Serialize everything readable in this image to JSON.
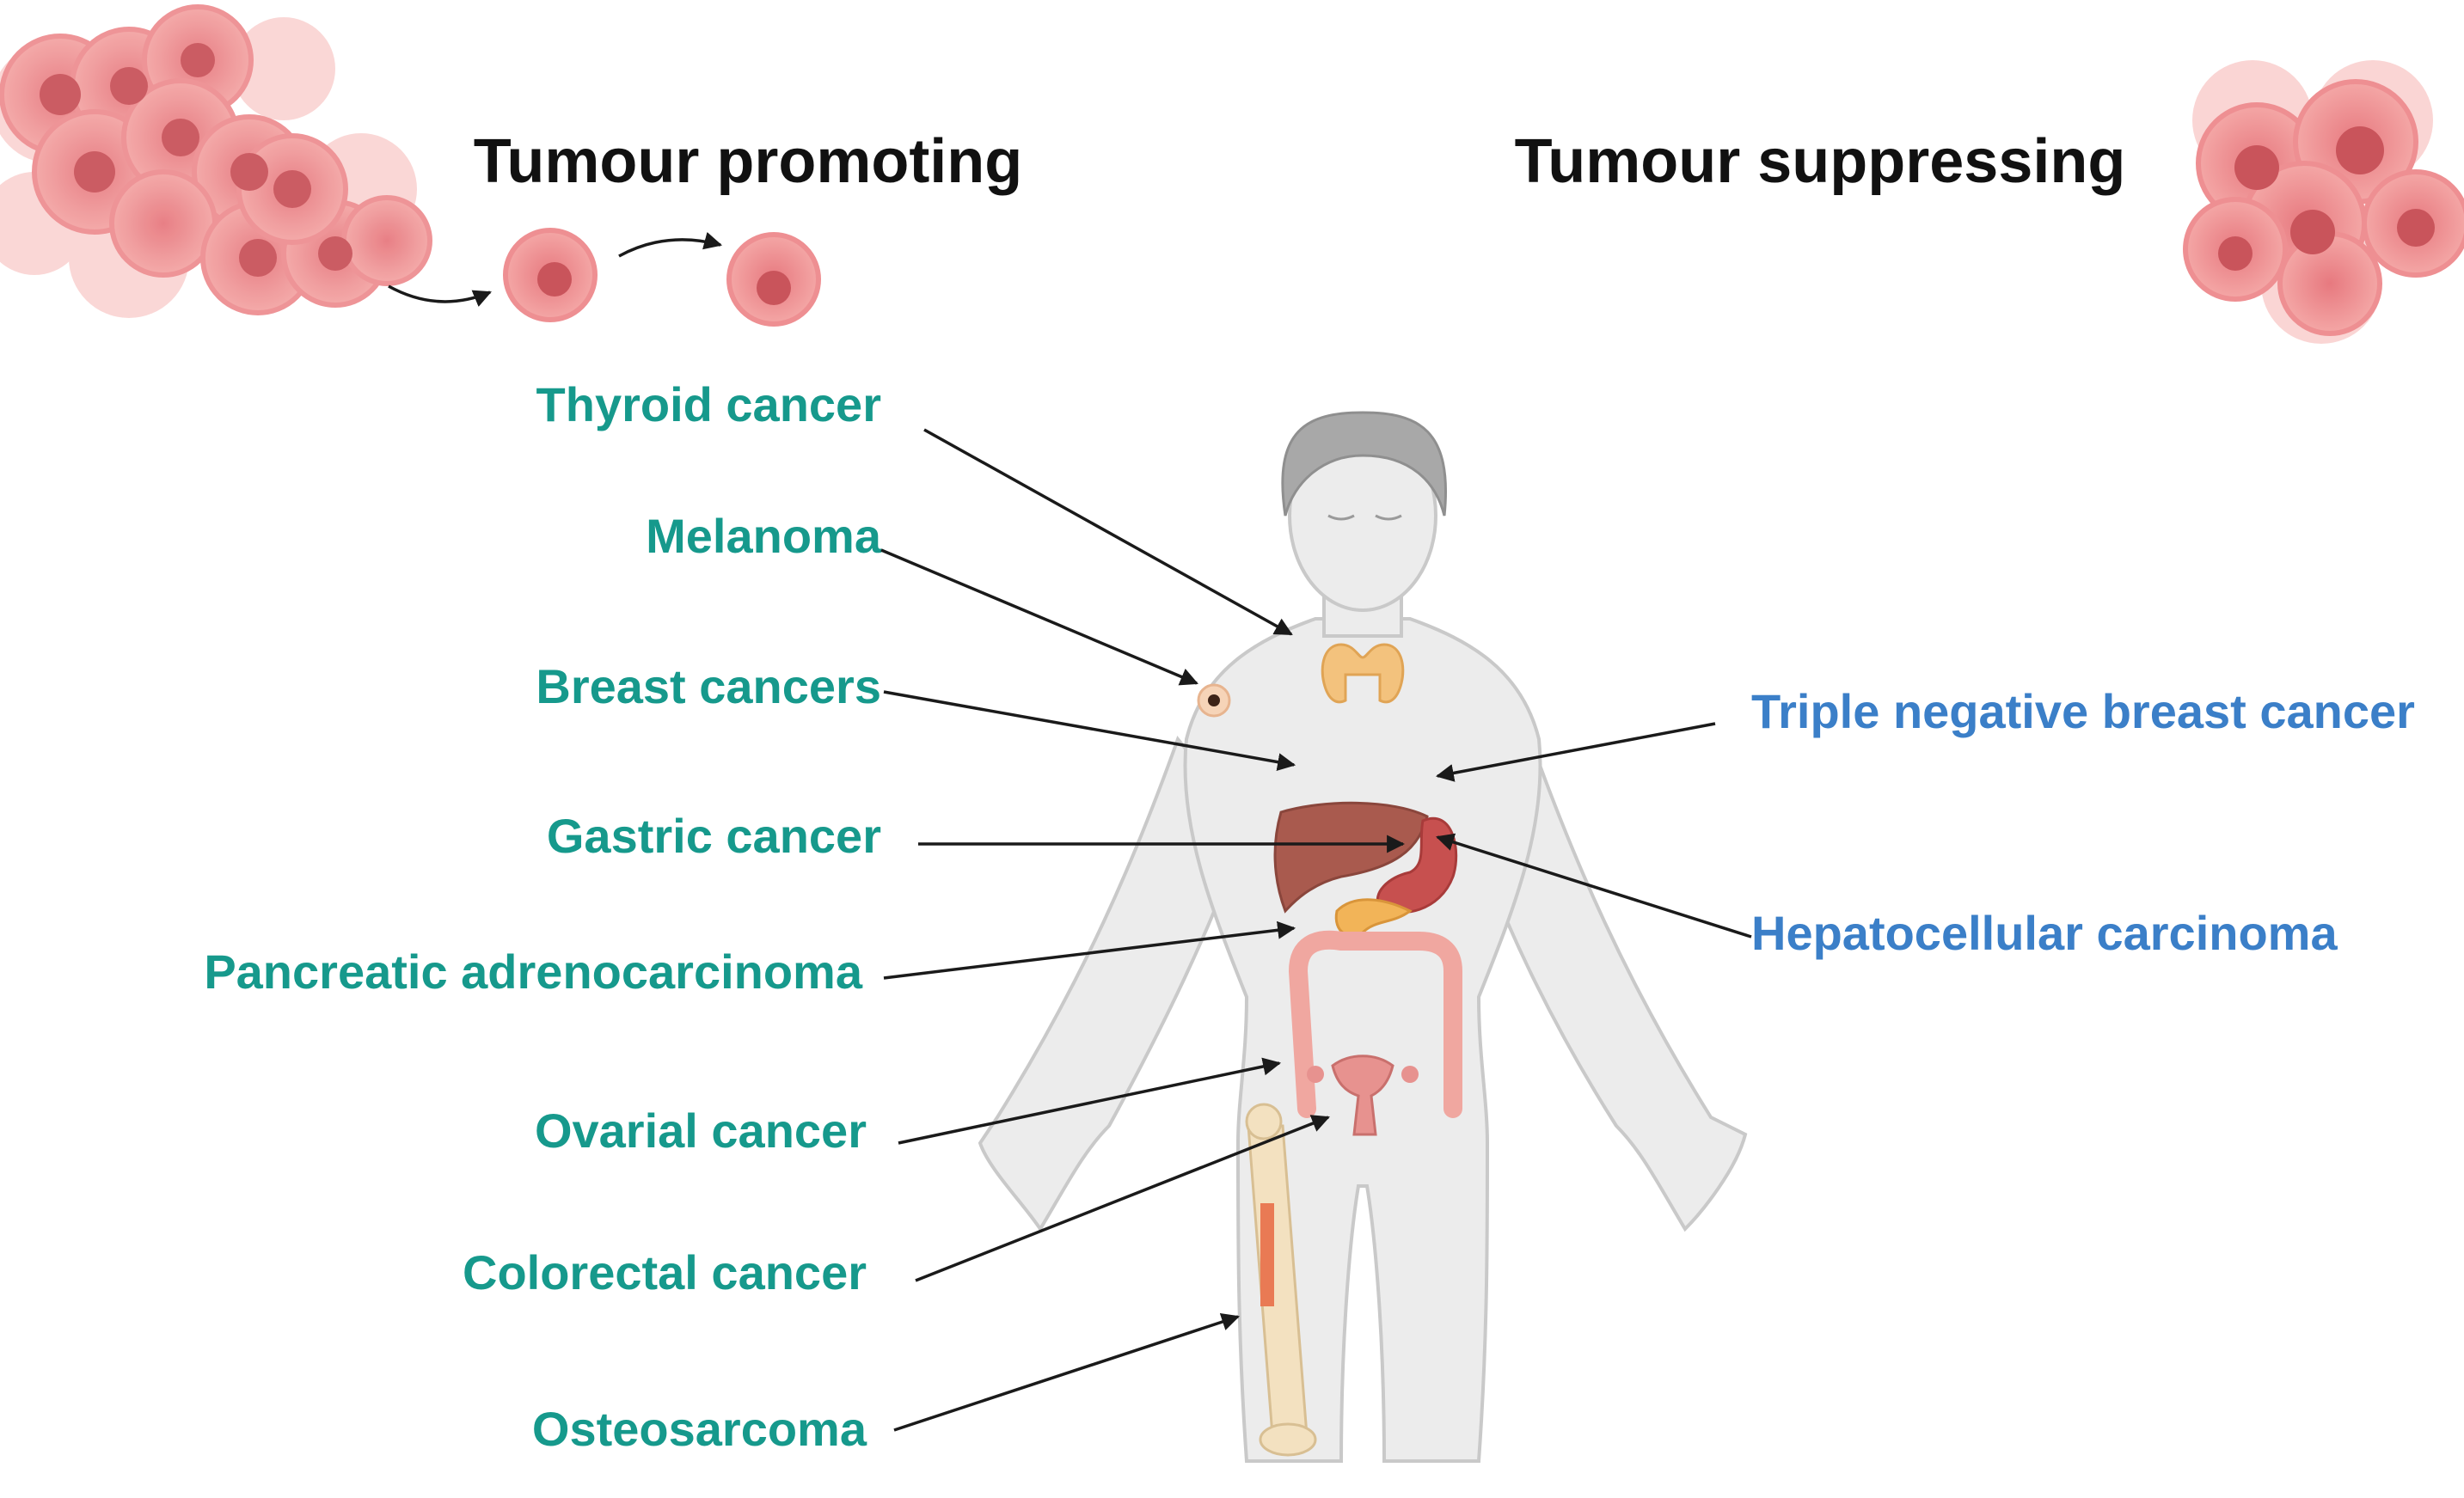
{
  "headings": {
    "promoting": "Tumour promoting",
    "suppressing": "Tumour suppressing"
  },
  "promoting_labels": [
    "Thyroid cancer",
    "Melanoma",
    "Breast cancers",
    "Gastric cancer",
    "Pancreatic adrenocarcinoma",
    "Ovarial cancer",
    "Colorectal cancer",
    "Osteosarcoma"
  ],
  "suppressing_labels": [
    "Triple negative breast cancer",
    "Hepatocellular carcinoma"
  ],
  "colors": {
    "promoting": "#16998c",
    "suppressing": "#3b7fc8",
    "cell": "#f29a9a",
    "body": "#ececec"
  },
  "icons": [
    "tumour-cell-cluster-icon",
    "migrating-cell-icon",
    "human-body-figure",
    "thyroid-icon",
    "liver-icon",
    "stomach-icon",
    "pancreas-icon",
    "colon-icon",
    "uterus-icon",
    "femur-bone-icon"
  ]
}
